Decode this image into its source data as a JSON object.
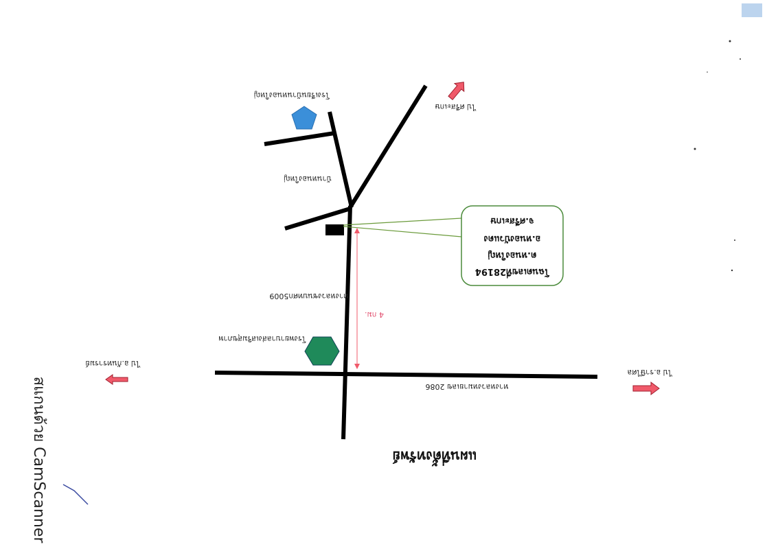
{
  "title": "แผนที่ตั้งทรัพย์",
  "scanner_watermark": "สแกนด้วย CamScanner",
  "callout": {
    "lines": [
      "โฉนดเลขที่28194",
      "ต.หนองใหญ่",
      "อ.หนองบัวแดง",
      "จ.ศรีสะเกษ"
    ]
  },
  "labels": {
    "school_top": "โรงเรียนบ้านหนองใหญ่",
    "village": "บ้านหนองใหญ่",
    "road_rural": "ทางหลวงชนบทศก5009",
    "school_bottom": "โรงพยาบาลส่งเสริมสุขภาพ",
    "highway": "ทางหลวงหมายเลข 2086",
    "distance": "4 กม.",
    "to_top": "ไป ศรีสะเกษ",
    "to_left": "ไป อ.กันทรารมย์",
    "to_right": "ไป อ.ราษีไศล"
  },
  "colors": {
    "pentagon": "#3b8fd9",
    "hexagon": "#1f8a5a",
    "arrow": "#f05a6a",
    "callout_border": "#4a8a3a"
  }
}
